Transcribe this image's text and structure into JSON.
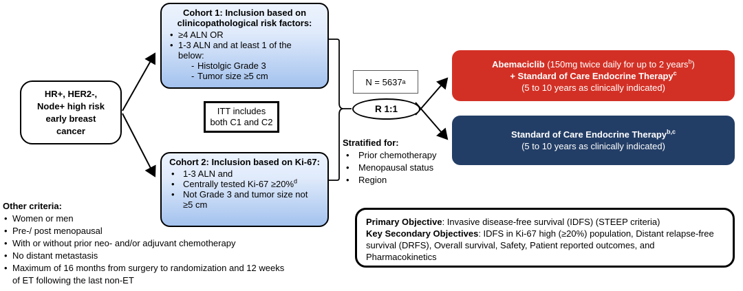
{
  "palette": {
    "cohort_fill_top": "#ecf3fd",
    "cohort_fill_bottom": "#a3c2ee",
    "abemaciclib_red": "#d33025",
    "control_navy": "#233e66",
    "outline": "#000000"
  },
  "patient_box": {
    "lines": [
      "HR+, HER2-,",
      "Node+ high risk",
      "early breast",
      "cancer"
    ]
  },
  "cohort1": {
    "title": "Cohort 1: Inclusion based on clinicopathological risk factors:",
    "bullets": [
      "≥4 ALN OR",
      "1-3 ALN and at least 1 of the below:"
    ],
    "sub_bullets": [
      "Histolgic Grade 3",
      "Tumor size ≥5 cm"
    ]
  },
  "itt_note": {
    "text": "ITT includes both C1 and C2"
  },
  "cohort2": {
    "title": "Cohort 2: Inclusion based on Ki-67:",
    "bullets": [
      "1-3 ALN and",
      "Centrally tested Ki-67 ≥20%",
      "Not Grade 3 and tumor size not ≥5 cm"
    ],
    "bullet2_superscript": "d"
  },
  "randomization": {
    "n_label": "N = 5637",
    "n_superscript": "a",
    "ratio_label": "R 1:1"
  },
  "stratification": {
    "title": "Stratified for:",
    "items": [
      "Prior chemotherapy",
      "Menopausal status",
      "Region"
    ]
  },
  "abemaciclib_arm": {
    "drug_name": "Abemaciclib",
    "drug_detail": " (150mg twice daily for up to 2 years",
    "drug_detail_superscript": "b",
    "drug_detail_close": ")",
    "soc_line": "+ Standard of Care Endocrine Therapy",
    "soc_superscript": "c",
    "duration_line": "(5 to 10 years as clinically indicated)"
  },
  "control_arm": {
    "soc_line": "Standard of Care Endocrine Therapy",
    "soc_superscript": "b,c",
    "duration_line": "(5 to 10 years as clinically indicated)"
  },
  "other_criteria": {
    "title": "Other criteria:",
    "items": [
      "Women or men",
      "Pre-/ post menopausal",
      "With or without prior neo- and/or adjuvant chemotherapy",
      "No distant metastasis",
      "Maximum of 16 months from surgery to randomization and 12 weeks of ET following the last non-ET"
    ]
  },
  "objectives": {
    "primary_label": "Primary Objective",
    "primary_text": ": Invasive disease-free survival (IDFS) (STEEP criteria)",
    "secondary_label": "Key Secondary Objectives",
    "secondary_text": ": IDFS in Ki-67 high (≥20%) population, Distant relapse-free survival (DRFS), Overall survival, Safety, Patient reported outcomes, and Pharmacokinetics"
  }
}
